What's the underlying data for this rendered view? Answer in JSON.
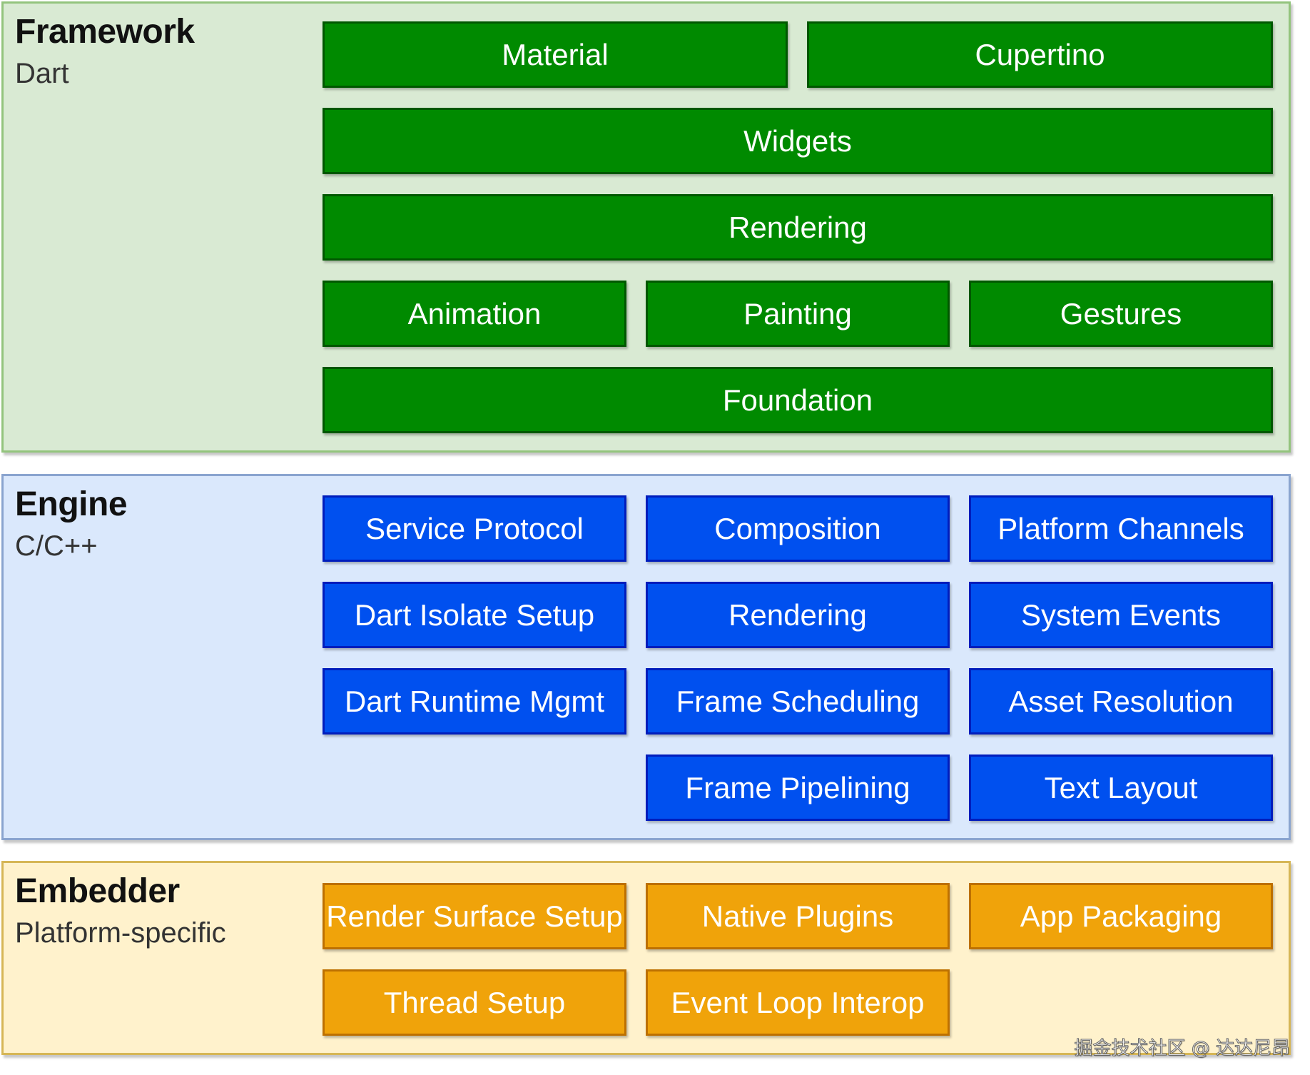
{
  "framework": {
    "title": "Framework",
    "subtitle": "Dart",
    "colors": {
      "fill": "#d9ead3",
      "border": "#93c47d",
      "box_fill": "#008a00",
      "box_border": "#005700"
    },
    "rows": [
      [
        "Material",
        "Cupertino"
      ],
      [
        "Widgets"
      ],
      [
        "Rendering"
      ],
      [
        "Animation",
        "Painting",
        "Gestures"
      ],
      [
        "Foundation"
      ]
    ]
  },
  "engine": {
    "title": "Engine",
    "subtitle": "C/C++",
    "colors": {
      "fill": "#dae8fc",
      "border": "#8aa4cf",
      "box_fill": "#0050ef",
      "box_border": "#001dbc"
    },
    "rows": [
      [
        "Service Protocol",
        "Composition",
        "Platform Channels"
      ],
      [
        "Dart Isolate Setup",
        "Rendering",
        "System Events"
      ],
      [
        "Dart Runtime Mgmt",
        "Frame Scheduling",
        "Asset Resolution"
      ],
      [
        "Frame Pipelining",
        "Text Layout"
      ]
    ]
  },
  "embedder": {
    "title": "Embedder",
    "subtitle": "Platform-specific",
    "colors": {
      "fill": "#fff2cc",
      "border": "#d6b656",
      "box_fill": "#f0a30a",
      "box_border": "#bd7000"
    },
    "rows": [
      [
        "Render Surface Setup",
        "Native Plugins",
        "App Packaging"
      ],
      [
        "Thread Setup",
        "Event Loop Interop"
      ]
    ]
  },
  "watermark": "掘金技术社区 @ 达达尼昂"
}
